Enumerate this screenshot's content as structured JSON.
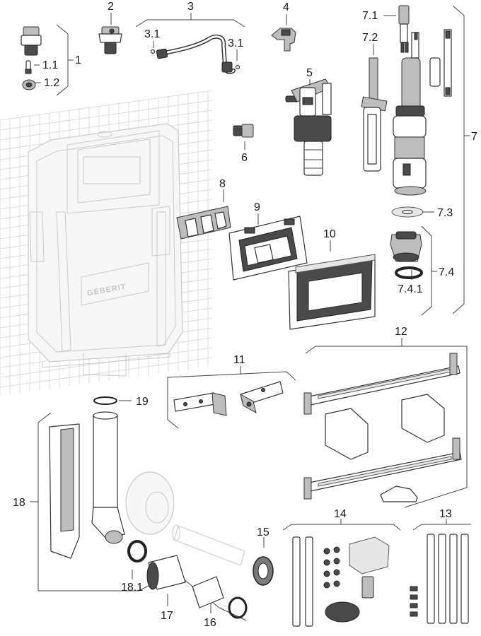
{
  "figure": {
    "brand_logo": "GEBERIT",
    "callouts": [
      {
        "id": "1",
        "label": "1"
      },
      {
        "id": "1-1",
        "label": "1.1"
      },
      {
        "id": "1-2",
        "label": "1.2"
      },
      {
        "id": "2",
        "label": "2"
      },
      {
        "id": "3",
        "label": "3"
      },
      {
        "id": "3-1-left",
        "label": "3.1"
      },
      {
        "id": "3-1-right",
        "label": "3.1"
      },
      {
        "id": "4",
        "label": "4"
      },
      {
        "id": "5",
        "label": "5"
      },
      {
        "id": "6",
        "label": "6"
      },
      {
        "id": "7",
        "label": "7"
      },
      {
        "id": "7-1",
        "label": "7.1"
      },
      {
        "id": "7-2",
        "label": "7.2"
      },
      {
        "id": "7-3",
        "label": "7.3"
      },
      {
        "id": "7-4",
        "label": "7.4"
      },
      {
        "id": "7-4-1",
        "label": "7.4.1"
      },
      {
        "id": "8",
        "label": "8"
      },
      {
        "id": "9",
        "label": "9"
      },
      {
        "id": "10",
        "label": "10"
      },
      {
        "id": "11",
        "label": "11"
      },
      {
        "id": "12",
        "label": "12"
      },
      {
        "id": "13",
        "label": "13"
      },
      {
        "id": "14",
        "label": "14"
      },
      {
        "id": "15",
        "label": "15"
      },
      {
        "id": "16",
        "label": "16"
      },
      {
        "id": "17",
        "label": "17"
      },
      {
        "id": "18",
        "label": "18"
      },
      {
        "id": "18-1",
        "label": "18.1"
      },
      {
        "id": "19",
        "label": "19"
      }
    ]
  }
}
